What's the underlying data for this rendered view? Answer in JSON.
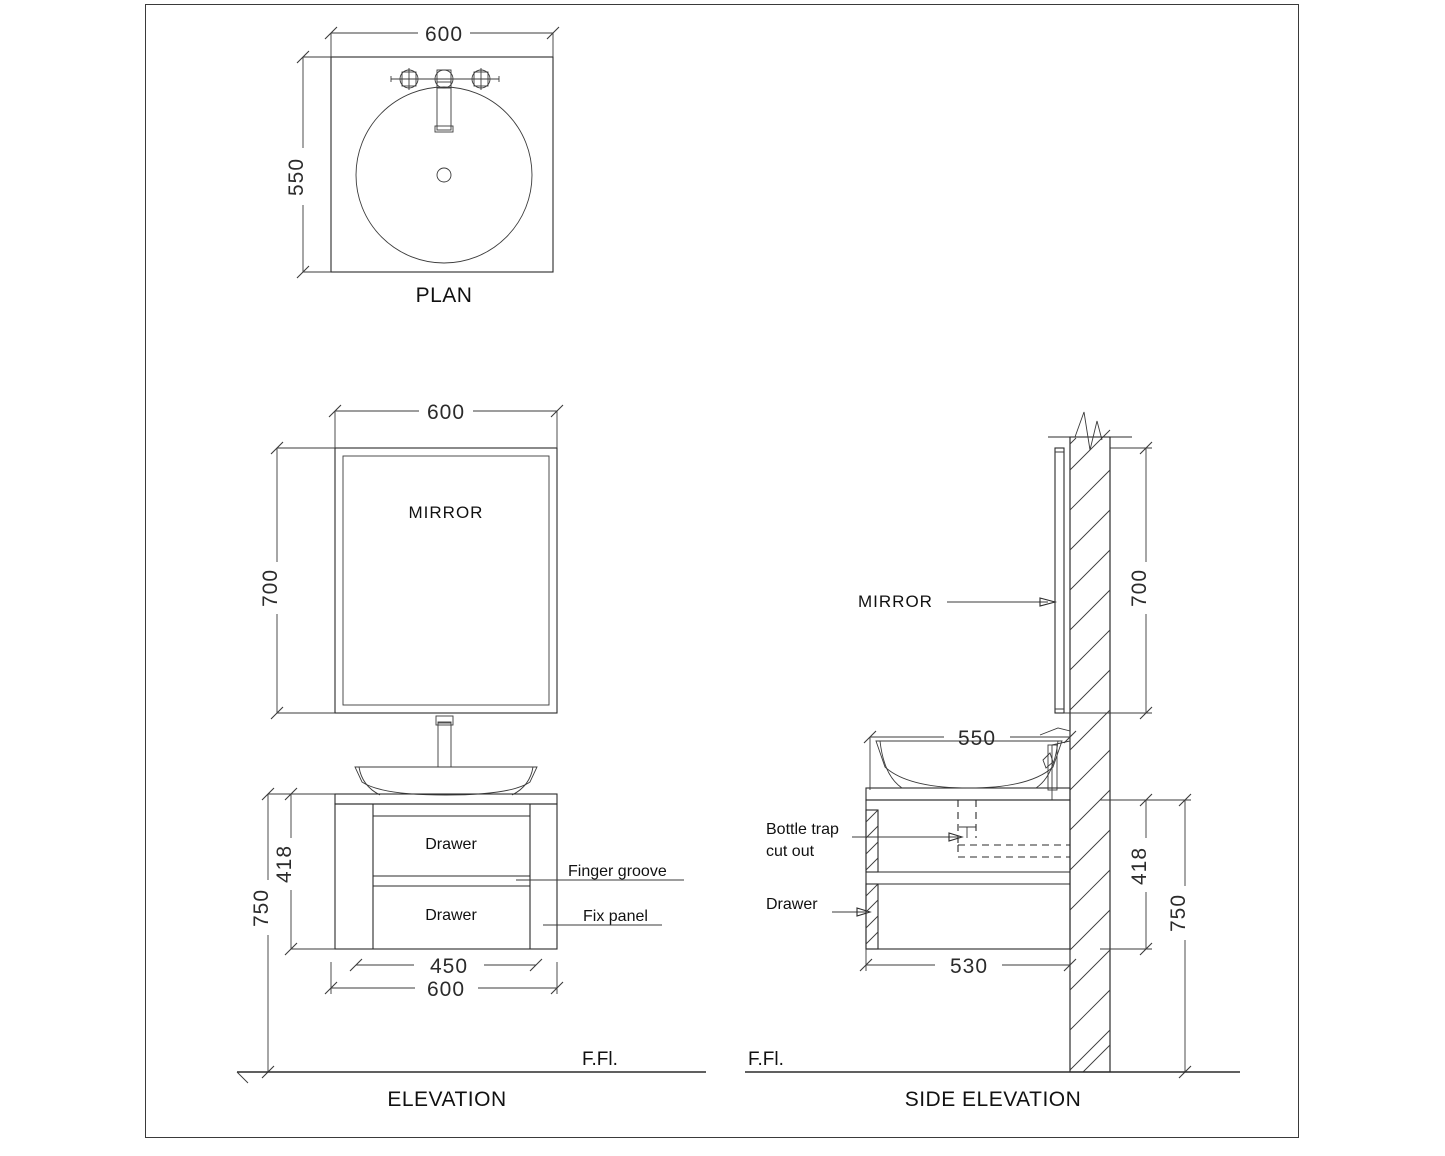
{
  "drawing": {
    "type": "cad-technical-drawing",
    "subject": "Wall-hung bathroom vanity with vessel basin and mirror",
    "units": "mm",
    "background": "#ffffff",
    "line_color": "#2b2b2b",
    "frame_color": "#3a3a3a"
  },
  "views": {
    "plan": {
      "title": "PLAN",
      "dims": {
        "width": "600",
        "depth": "550"
      }
    },
    "elevation": {
      "title": "ELEVATION",
      "mirror_label": "MIRROR",
      "floor_label": "F.Fl.",
      "dims": {
        "top_width": "600",
        "mirror_height": "700",
        "cabinet_height": "418",
        "total_height": "750",
        "drawer_width": "450",
        "overall_width": "600"
      },
      "parts": [
        {
          "label": "Drawer"
        },
        {
          "label": "Drawer"
        },
        {
          "label": "Finger groove"
        },
        {
          "label": "Fix panel"
        }
      ]
    },
    "side_elevation": {
      "title": "SIDE ELEVATION",
      "mirror_label": "MIRROR",
      "floor_label": "F.Fl.",
      "dims": {
        "counter_depth": "550",
        "cabinet_depth": "530",
        "mirror_height": "700",
        "cabinet_height": "418",
        "total_height": "750"
      },
      "parts": [
        {
          "label": "Bottle trap",
          "label2": "cut out"
        },
        {
          "label": "Drawer"
        }
      ]
    }
  }
}
